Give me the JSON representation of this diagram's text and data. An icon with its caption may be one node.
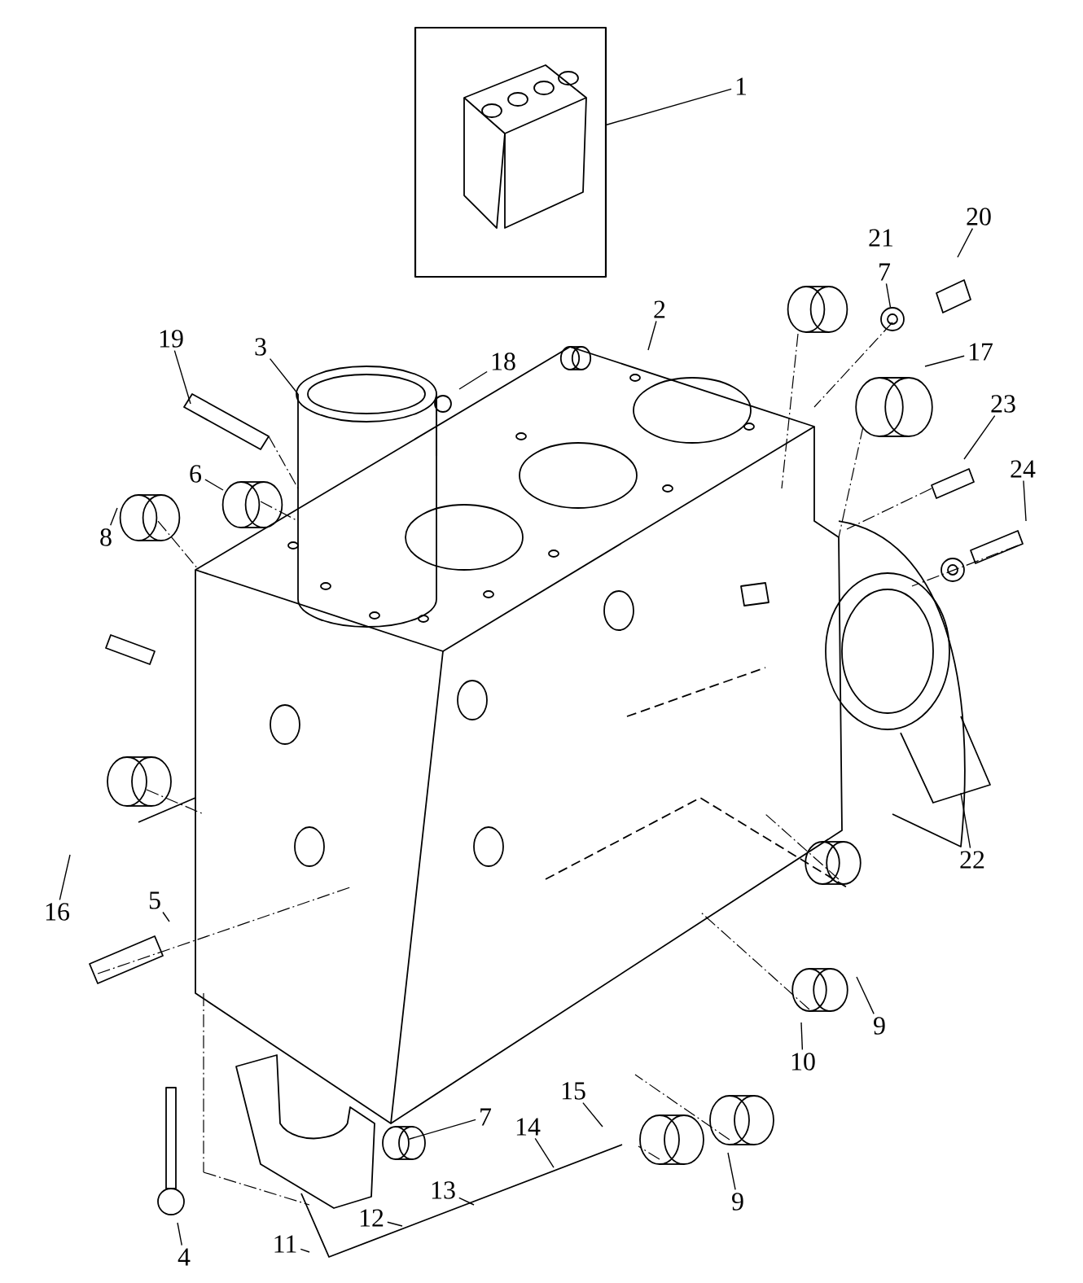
{
  "diagram": {
    "nodes": [
      {
        "text": [],
        "shape": "picture"
      },
      {
        "text": [
          "1"
        ]
      },
      {
        "text": [
          "20"
        ]
      },
      {
        "text": [
          "7"
        ]
      },
      {
        "text": [
          "2"
        ]
      },
      {
        "text": [
          "19"
        ]
      },
      {
        "text": [
          "3"
        ]
      },
      {
        "text": [
          "17"
        ]
      },
      {
        "text": [
          "18"
        ]
      },
      {
        "text": [
          "23"
        ]
      },
      {
        "text": [
          "24"
        ]
      },
      {
        "text": [
          "6"
        ]
      },
      {
        "text": [
          "8"
        ]
      },
      {
        "text": [
          "22"
        ]
      },
      {
        "text": [
          "5"
        ]
      },
      {
        "text": [
          "16"
        ]
      },
      {
        "text": [
          "9"
        ]
      },
      {
        "text": [
          "10"
        ]
      },
      {
        "text": [
          "15"
        ]
      },
      {
        "text": [
          "7"
        ]
      },
      {
        "text": [
          "14"
        ]
      },
      {
        "text": [
          "13"
        ]
      },
      {
        "text": [
          "9"
        ]
      },
      {
        "text": [
          "12"
        ]
      },
      {
        "text": [
          "11"
        ]
      },
      {
        "text": [
          "4"
        ]
      },
      {
        "text": [],
        "shape": "circle"
      },
      {
        "text": [],
        "shape": "circle"
      }
    ],
    "edges": [
      {
        "from": 1,
        "to": 0,
        "arrow": "none"
      },
      {
        "from": 2,
        "to": null,
        "arrow": "none"
      },
      {
        "from": 3,
        "to": 27,
        "arrow": "none"
      },
      {
        "from": 4,
        "to": null,
        "arrow": "none"
      },
      {
        "from": 5,
        "to": null,
        "arrow": "none"
      },
      {
        "from": 6,
        "to": null,
        "arrow": "none"
      },
      {
        "from": 7,
        "to": null,
        "arrow": "none"
      },
      {
        "from": 8,
        "to": null,
        "arrow": "none"
      },
      {
        "from": 9,
        "to": null,
        "arrow": "none"
      },
      {
        "from": 10,
        "to": null,
        "arrow": "none"
      },
      {
        "from": 11,
        "to": null,
        "arrow": "none"
      },
      {
        "from": 12,
        "to": null,
        "arrow": "none"
      },
      {
        "from": 13,
        "to": null,
        "arrow": "none"
      },
      {
        "from": 14,
        "to": null,
        "arrow": "none"
      },
      {
        "from": 15,
        "to": null,
        "arrow": "none"
      },
      {
        "from": 16,
        "to": null,
        "arrow": "none"
      },
      {
        "from": 17,
        "to": null,
        "arrow": "none"
      },
      {
        "from": 18,
        "to": null,
        "arrow": "none"
      },
      {
        "from": 19,
        "to": 26,
        "arrow": "none"
      },
      {
        "from": 20,
        "to": null,
        "arrow": "none"
      },
      {
        "from": 21,
        "to": null,
        "arrow": "none"
      },
      {
        "from": 22,
        "to": null,
        "arrow": "none"
      },
      {
        "from": 23,
        "to": null,
        "arrow": "none"
      },
      {
        "from": 24,
        "to": null,
        "arrow": "none"
      },
      {
        "from": 25,
        "to": null,
        "arrow": "none"
      }
    ],
    "labels": [
      "21"
    ]
  }
}
